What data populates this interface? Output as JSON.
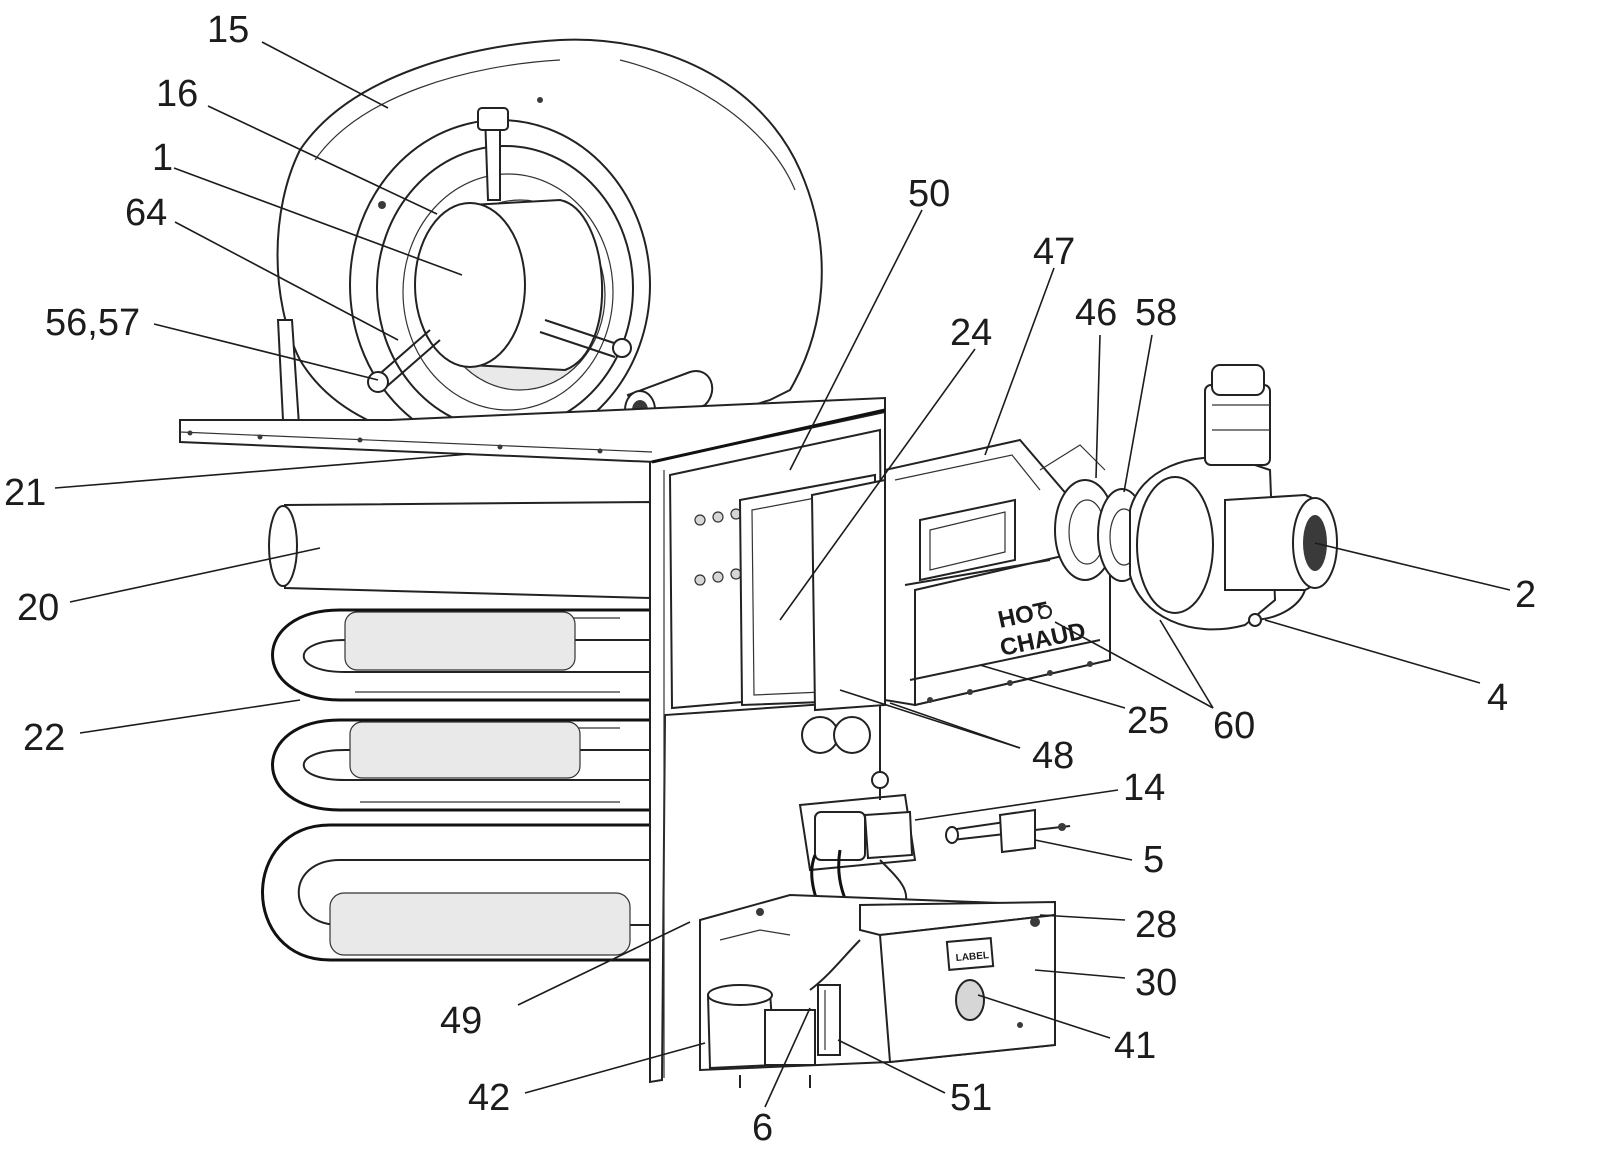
{
  "diagram": {
    "callouts": [
      {
        "id": "c15",
        "text": "15"
      },
      {
        "id": "c16",
        "text": "16"
      },
      {
        "id": "c1",
        "text": "1"
      },
      {
        "id": "c64",
        "text": "64"
      },
      {
        "id": "c5657",
        "text": "56,57"
      },
      {
        "id": "c21",
        "text": "21"
      },
      {
        "id": "c20",
        "text": "20"
      },
      {
        "id": "c22",
        "text": "22"
      },
      {
        "id": "c50",
        "text": "50"
      },
      {
        "id": "c24",
        "text": "24"
      },
      {
        "id": "c47",
        "text": "47"
      },
      {
        "id": "c46",
        "text": "46"
      },
      {
        "id": "c58",
        "text": "58"
      },
      {
        "id": "c2",
        "text": "2"
      },
      {
        "id": "c4",
        "text": "4"
      },
      {
        "id": "c60",
        "text": "60"
      },
      {
        "id": "c25",
        "text": "25"
      },
      {
        "id": "c48",
        "text": "48"
      },
      {
        "id": "c14",
        "text": "14"
      },
      {
        "id": "c5",
        "text": "5"
      },
      {
        "id": "c28",
        "text": "28"
      },
      {
        "id": "c30",
        "text": "30"
      },
      {
        "id": "c41",
        "text": "41"
      },
      {
        "id": "c49",
        "text": "49"
      },
      {
        "id": "c42",
        "text": "42"
      },
      {
        "id": "c6",
        "text": "6"
      },
      {
        "id": "c51",
        "text": "51"
      }
    ],
    "plate_text": {
      "hot": "HOT",
      "chaud": "CHAUD",
      "label": "LABEL"
    }
  }
}
